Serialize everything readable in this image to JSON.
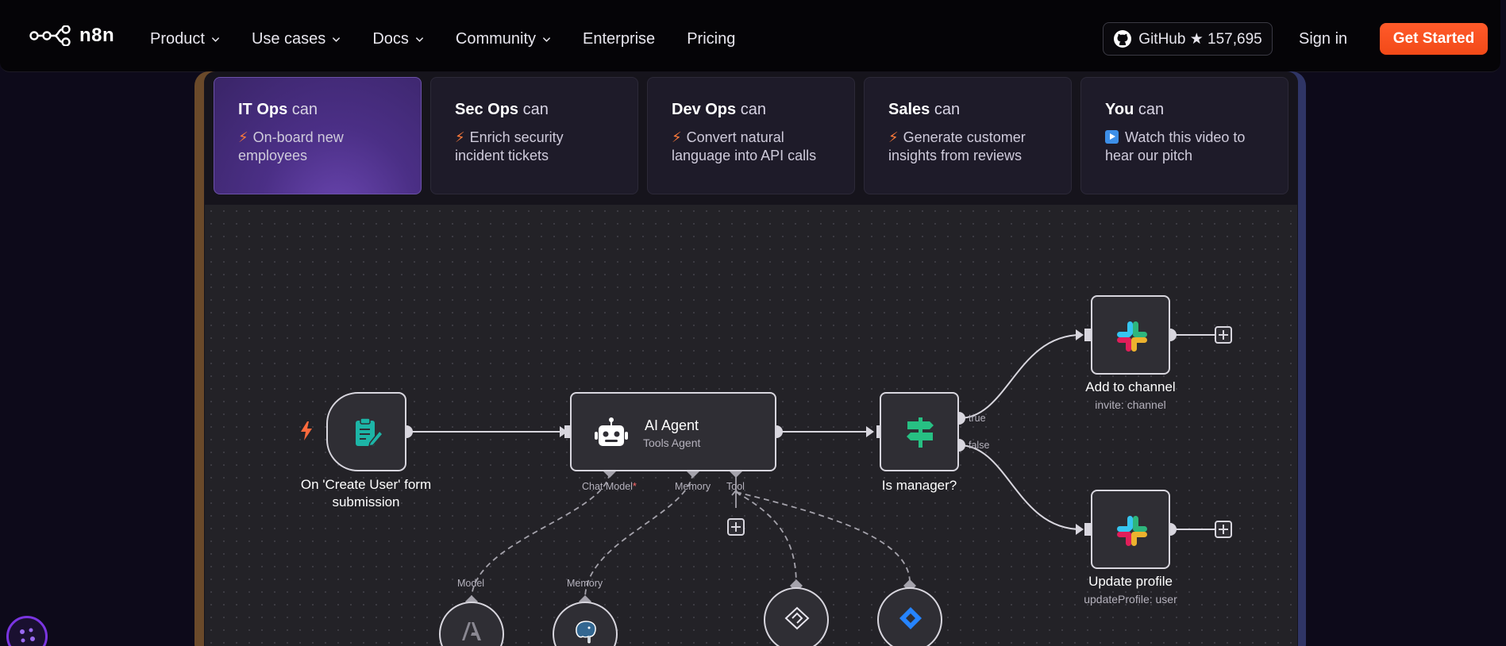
{
  "nav": {
    "logo": "n8n",
    "menu": [
      {
        "label": "Product",
        "dropdown": true
      },
      {
        "label": "Use cases",
        "dropdown": true
      },
      {
        "label": "Docs",
        "dropdown": true
      },
      {
        "label": "Community",
        "dropdown": true
      },
      {
        "label": "Enterprise",
        "dropdown": false
      },
      {
        "label": "Pricing",
        "dropdown": false
      }
    ],
    "github_label": "GitHub ★ 157,695",
    "signin": "Sign in",
    "cta": "Get Started",
    "cta_color": "#f24a18"
  },
  "cards": [
    {
      "team": "IT Ops",
      "can": "can",
      "icon": "bolt-icon",
      "desc": "On-board new employees",
      "active": true
    },
    {
      "team": "Sec Ops",
      "can": "can",
      "icon": "bolt-icon",
      "desc": "Enrich security incident tickets",
      "active": false
    },
    {
      "team": "Dev Ops",
      "can": "can",
      "icon": "bolt-icon",
      "desc": "Convert natural language into API calls",
      "active": false
    },
    {
      "team": "Sales",
      "can": "can",
      "icon": "bolt-icon",
      "desc": "Generate customer insights from reviews",
      "active": false
    },
    {
      "team": "You",
      "can": "can",
      "icon": "play-icon",
      "desc": "Watch this video to hear our pitch",
      "active": false
    }
  ],
  "workflow": {
    "trigger": {
      "label": "On 'Create User' form submission",
      "icon": "form-icon"
    },
    "agent": {
      "title": "AI Agent",
      "subtitle": "Tools Agent",
      "icon": "robot-icon",
      "ports": {
        "chat_model": "Chat Model",
        "required_mark": "*",
        "memory": "Memory",
        "tool": "Tool"
      }
    },
    "if_node": {
      "label": "Is manager?",
      "icon": "signpost-icon",
      "true_label": "true",
      "false_label": "false"
    },
    "slack_top": {
      "label": "Add to channel",
      "sublabel": "invite: channel",
      "icon": "slack-icon"
    },
    "slack_bottom": {
      "label": "Update profile",
      "sublabel": "updateProfile: user",
      "icon": "slack-icon"
    },
    "sub_nodes": [
      {
        "port_label": "Model",
        "icon": "anthropic-icon"
      },
      {
        "port_label": "Memory",
        "icon": "postgres-icon"
      },
      {
        "port_label": "",
        "icon": "api-tool-icon"
      },
      {
        "port_label": "",
        "icon": "jira-icon"
      }
    ]
  }
}
